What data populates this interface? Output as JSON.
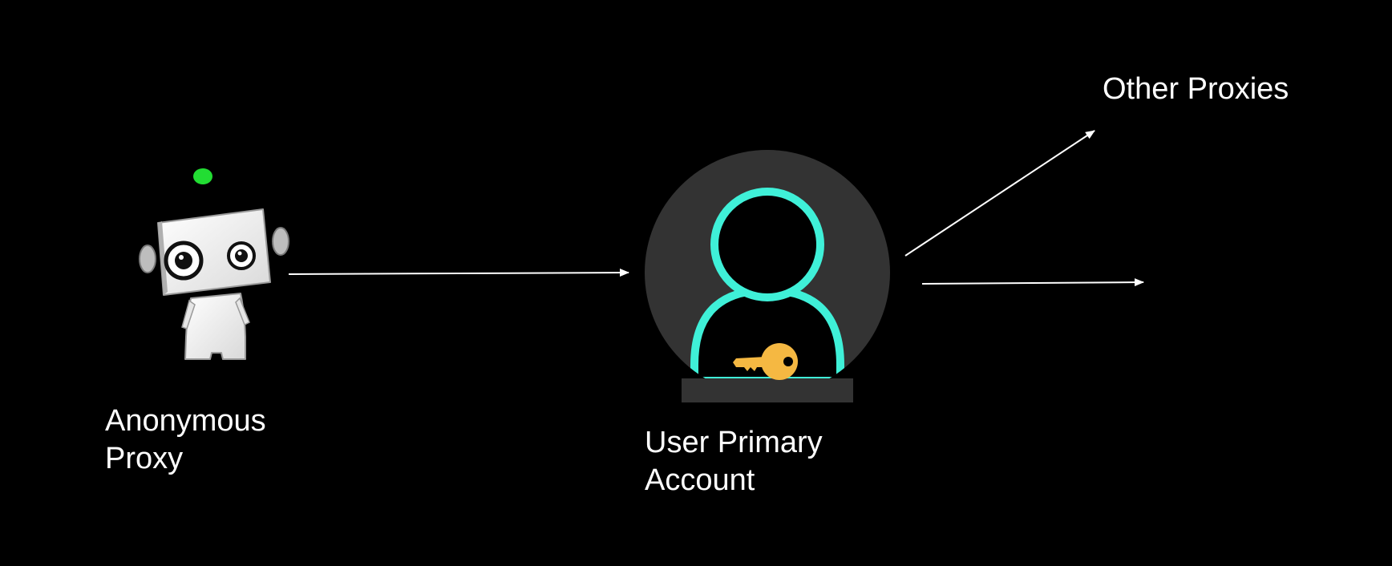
{
  "nodes": {
    "anonymous_proxy": {
      "label_lines": [
        "Anonymous",
        "Proxy"
      ],
      "icon": "robot-icon"
    },
    "user_primary_account": {
      "label_lines": [
        "User Primary",
        "Account"
      ],
      "icon": "user-account-icon",
      "badge_icon": "key-icon"
    },
    "other_proxies": {
      "label": "Other Proxies"
    }
  },
  "edges": [
    {
      "from": "anonymous_proxy",
      "to": "user_primary_account"
    },
    {
      "from": "user_primary_account",
      "to": "other_proxies"
    },
    {
      "from": "user_primary_account",
      "to": ""
    }
  ],
  "colors": {
    "background": "#000000",
    "text": "#ffffff",
    "arrow": "#ffffff",
    "account_circle": "#333333",
    "account_outline": "#3ff0d8",
    "key": "#f5b842",
    "robot_antenna": "#22dd33"
  }
}
